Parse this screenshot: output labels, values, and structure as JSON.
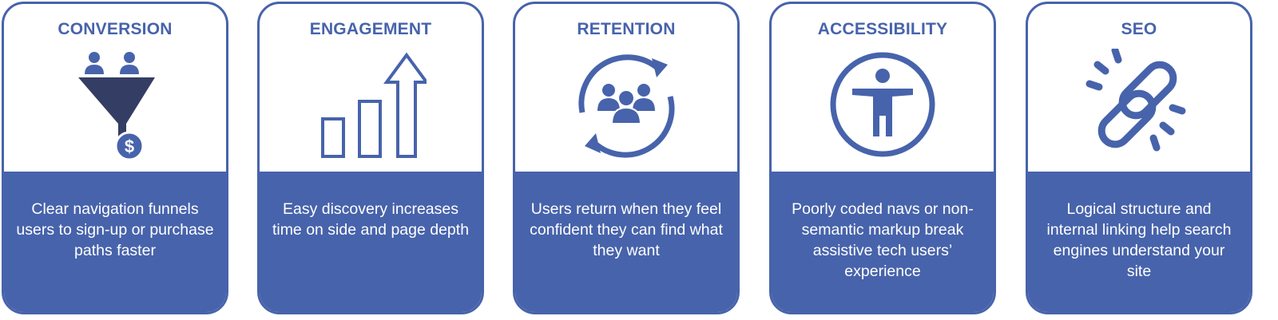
{
  "colors": {
    "accent": "#4763ab",
    "funnel": "#343d63"
  },
  "cards": [
    {
      "title": "CONVERSION",
      "icon": "funnel-dollar-icon",
      "description": "Clear navigation funnels users to sign-up or purchase paths faster"
    },
    {
      "title": "ENGAGEMENT",
      "icon": "growth-bars-icon",
      "description": "Easy discovery increases time on side and page depth"
    },
    {
      "title": "RETENTION",
      "icon": "returning-users-icon",
      "description": "Users return when they feel confident they can find what they want"
    },
    {
      "title": "ACCESSIBILITY",
      "icon": "accessibility-icon",
      "description": "Poorly coded navs or non-semantic markup break assistive tech users’ experience"
    },
    {
      "title": "SEO",
      "icon": "broken-link-icon",
      "description": "Logical structure and internal linking help search engines understand your site"
    }
  ]
}
